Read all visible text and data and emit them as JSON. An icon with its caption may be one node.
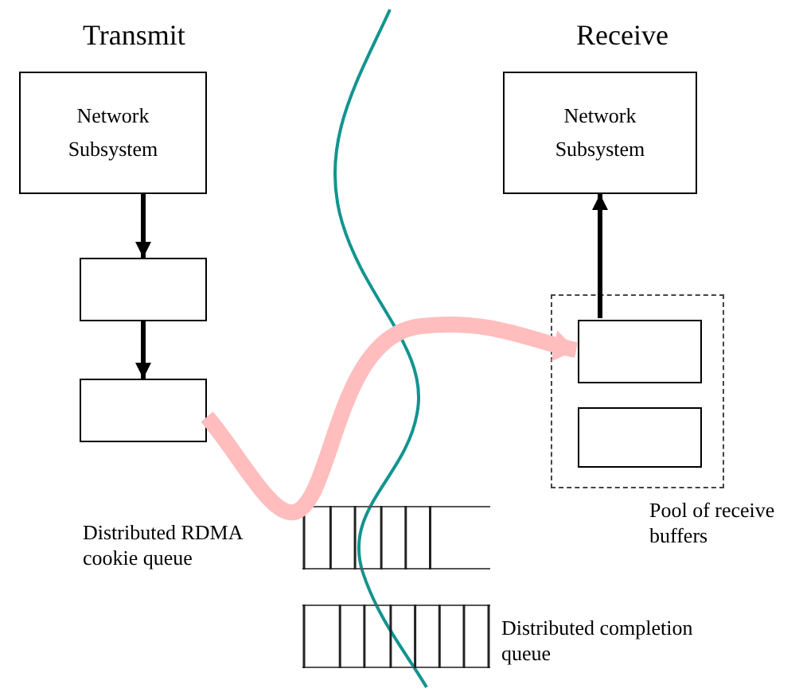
{
  "diagram": {
    "nodes": [
      {
        "text": [
          "Network Subsystem"
        ]
      },
      {
        "text": [],
        "shape": "box"
      },
      {
        "text": [],
        "shape": "box"
      },
      {
        "text": [
          "Network Subsystem"
        ]
      },
      {
        "text": [],
        "shape": "box",
        "beside": [
          "Pool of receive buffers"
        ]
      },
      {
        "text": [],
        "shape": "box",
        "in": 4
      },
      {
        "text": [],
        "shape": "box",
        "in": 4
      },
      {
        "text": [],
        "shape": "bar",
        "beside": [
          "Distributed RDMA cookie queue"
        ]
      },
      {
        "text": [],
        "shape": "bar",
        "beside": [
          "Distributed completion queue"
        ]
      }
    ],
    "edges": [
      {
        "from": 0,
        "to": 1,
        "arrow": "to"
      },
      {
        "from": 1,
        "to": 2,
        "arrow": "to"
      },
      {
        "from": 5,
        "to": 3,
        "arrow": "to"
      },
      {
        "from": 2,
        "to": 5,
        "arrow": "to",
        "style": "thick",
        "color": "#ffbdbd"
      }
    ],
    "labels": [
      "Transmit",
      "Receive"
    ]
  }
}
